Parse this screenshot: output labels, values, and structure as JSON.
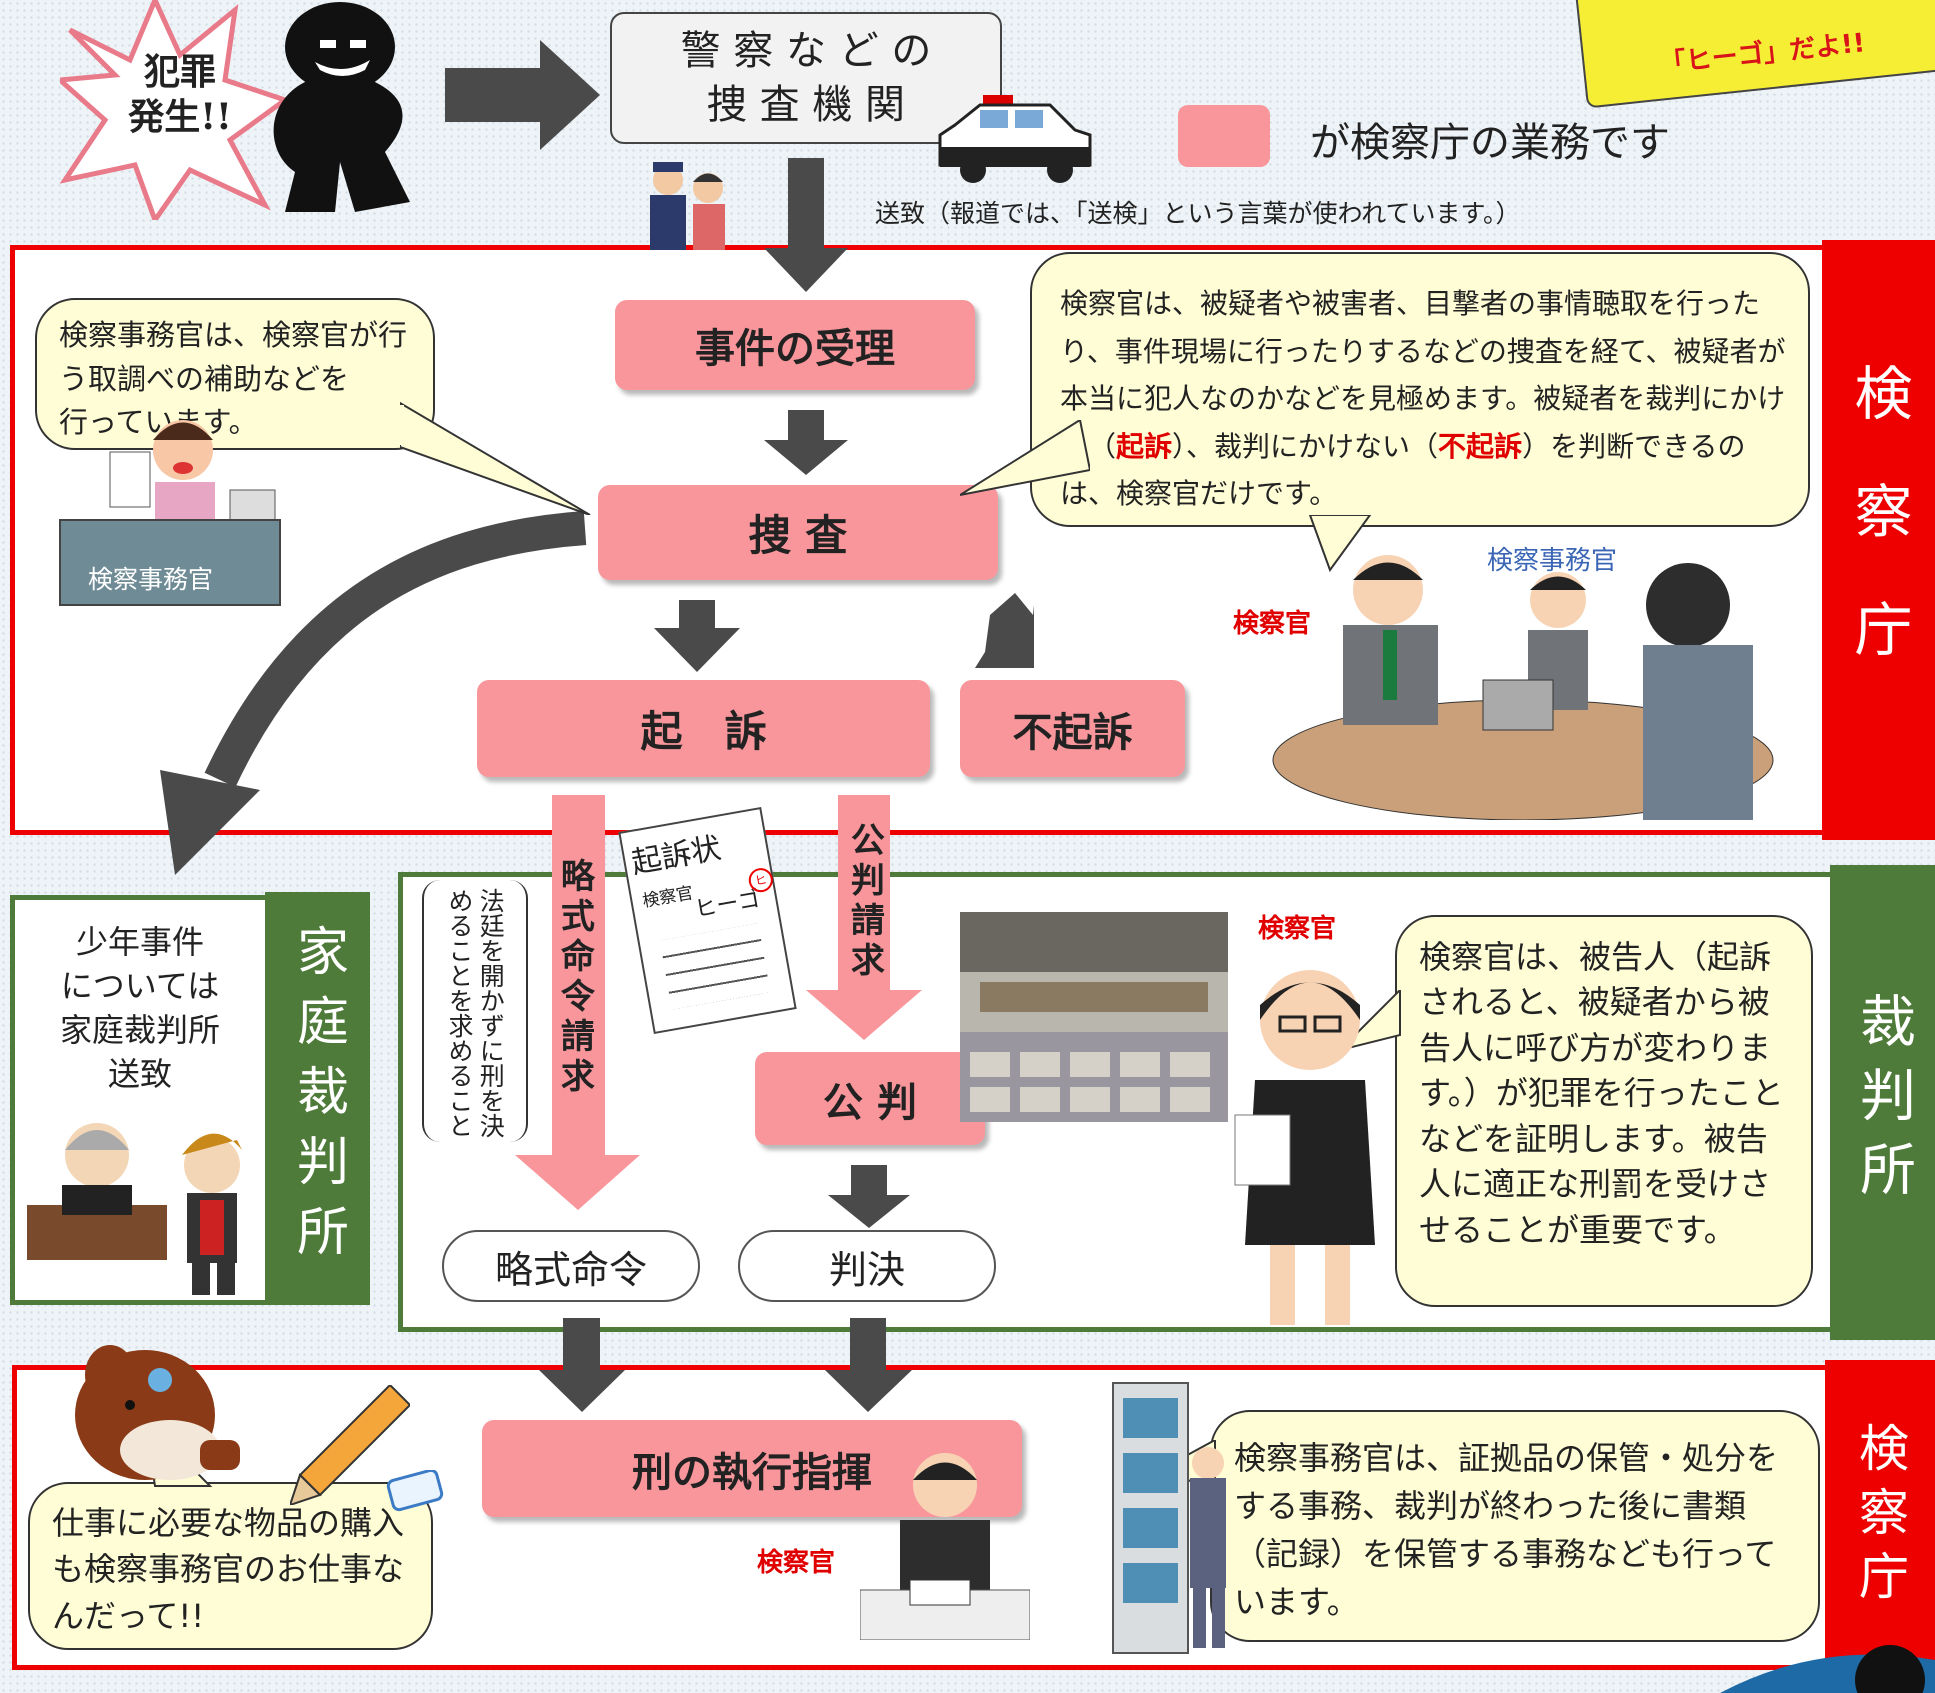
{
  "header": {
    "crime_burst": "犯罪\n発生!!",
    "police_box": "警 察 な ど の\n捜 査 機 関",
    "legend_text": "が検察庁の業務です",
    "sticky_note": "「ヒーゴ」だよ!!",
    "transfer_note": "送致（報道では、「送検」という言葉が使われています。）"
  },
  "flow": {
    "receipt": "事件の受理",
    "investigation": "捜 査",
    "indictment": "起　訴",
    "non_indictment": "不起訴",
    "summary_request": "略式命令請求",
    "summary_request_note": "法廷を開かずに刑を決めることを求めること",
    "trial_request": "公判請求",
    "trial": "公 判",
    "summary_order": "略式命令",
    "judgment": "判決",
    "execution": "刑の執行指揮"
  },
  "indictment_doc": {
    "title": "起訴状",
    "signer_role": "検察官",
    "signer_name": "ヒーゴ",
    "seal": "ヒ"
  },
  "sections": {
    "prosecutor_office_top": "検察庁",
    "court": "裁判所",
    "family_court": "家庭裁判所",
    "prosecutor_office_bottom": "検察庁"
  },
  "family_court_box": {
    "text": "少年事件\nについては\n家庭裁判所\n送致"
  },
  "bubbles": {
    "clerk_assist": "検察事務官は、検察官が行う取調べの補助などを　　行っています。",
    "prosecutor_investigation_1": "検察官は、被疑者や被害者、目撃者の事情聴取を行ったり、事件現場に行ったりするなどの捜査を経て、被疑者が本当に犯人なのかなどを見極めます。被疑者を裁判にかける（",
    "prosecutor_investigation_em1": "起訴",
    "prosecutor_investigation_2": "）、裁判にかけない（",
    "prosecutor_investigation_em2": "不起訴",
    "prosecutor_investigation_3": "）を判断できるのは、検察官だけです。",
    "prosecutor_trial": "検察官は、被告人（起訴されると、被疑者から被告人に呼び方が変わります。）が犯罪を行ったことなどを証明します。被告人に適正な刑罰を受けさせることが重要です。",
    "clerk_evidence": "検察事務官は、証拠品の保管・処分をする事務、裁判が終わった後に書類（記録）を保管する事務なども行っています。",
    "mascot_purchase": "仕事に必要な物品の購入も検察事務官のお仕事なんだって!!"
  },
  "labels": {
    "clerk_desk": "検察事務官",
    "prosecutor_1": "検察官",
    "clerk_1": "検察事務官",
    "prosecutor_2": "検察官",
    "prosecutor_3": "検察官"
  },
  "colors": {
    "pink": "#f8969b",
    "red": "#ee0000",
    "green": "#4e7a3a",
    "arrow": "#4a4a4a",
    "bubble": "#fefdd6"
  }
}
